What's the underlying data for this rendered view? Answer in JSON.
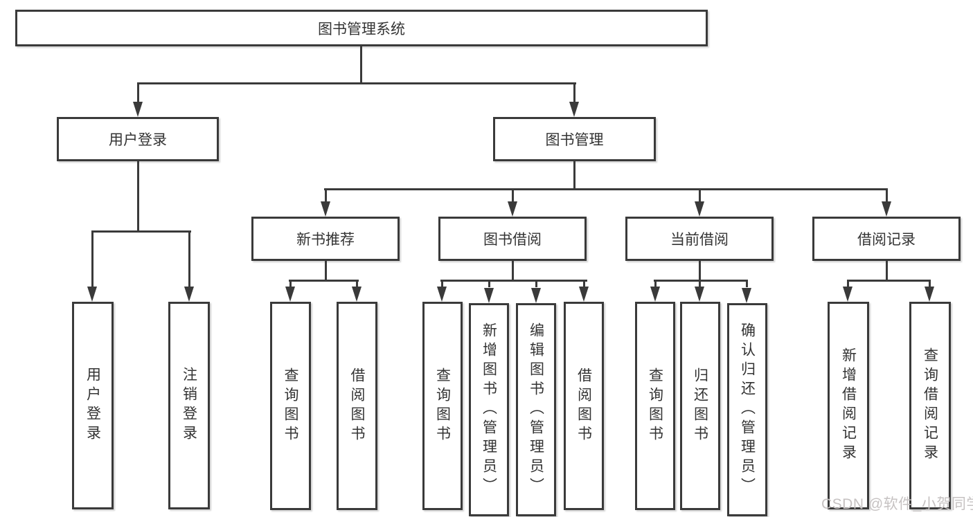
{
  "nodes": {
    "root": "图书管理系统",
    "l2": [
      "用户登录",
      "图书管理"
    ],
    "l3": [
      "新书推荐",
      "图书借阅",
      "当前借阅",
      "借阅记录"
    ],
    "g1": [
      "用户登录",
      "注销登录"
    ],
    "g2": [
      "查询图书",
      "借阅图书"
    ],
    "g3": [
      "查询图书",
      "新增图书（管理员）",
      "编辑图书（管理员）",
      "借阅图书"
    ],
    "g4": [
      "查询图书",
      "归还图书",
      "确认归还（管理员）"
    ],
    "g5": [
      "新增借阅记录",
      "查询借阅记录"
    ]
  },
  "watermark": "CSDN @软件_小贺同学",
  "colors": {
    "line": "#3a3a3a",
    "text": "#333333",
    "watermark": "#c6c2c2",
    "background": "#ffffff"
  }
}
